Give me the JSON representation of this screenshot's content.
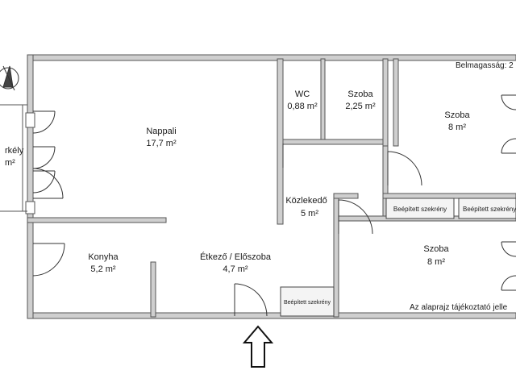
{
  "header": {
    "ceiling_height": "Belmagasság: 2"
  },
  "footer": {
    "disclaimer": "Az alaprajz tájékoztató jelle"
  },
  "rooms": [
    {
      "id": "erkely",
      "name": "rkély",
      "area": "m²"
    },
    {
      "id": "nappali",
      "name": "Nappali",
      "area": "17,7 m²"
    },
    {
      "id": "wc",
      "name": "WC",
      "area": "0,88 m²"
    },
    {
      "id": "szoba-s",
      "name": "Szoba",
      "area": "2,25 m²"
    },
    {
      "id": "szoba-ne",
      "name": "Szoba",
      "area": "8 m²"
    },
    {
      "id": "kozlekedo",
      "name": "Közlekedő",
      "area": "5 m²"
    },
    {
      "id": "konyha",
      "name": "Konyha",
      "area": "5,2 m²"
    },
    {
      "id": "etkezo",
      "name": "Étkező / Előszoba",
      "area": "4,7 m²"
    },
    {
      "id": "szoba-se",
      "name": "Szoba",
      "area": "8 m²"
    }
  ],
  "wardrobes": {
    "w1": "Beépített szekrény",
    "w2": "Beépített szekrény",
    "w3": "Beépített szekrény"
  },
  "icons": {
    "entrance": "entrance-arrow-icon",
    "compass": "north-arrow-icon"
  }
}
